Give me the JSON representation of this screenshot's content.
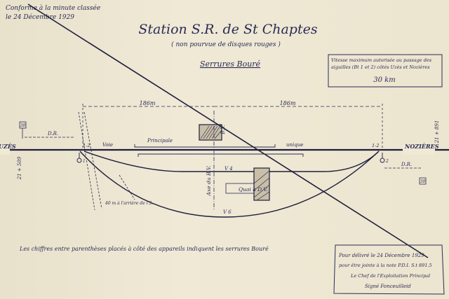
{
  "title": "Station S.R. de St Chaptes",
  "subtitle": "( non pourvue de disques rouges )",
  "heading": "Serrures Bouré",
  "top_left_note": [
    "Conforme à la minute classée",
    "le 24 Décembre 1929"
  ],
  "speed_box": {
    "text": [
      "Vitesse maximum autorisée au passage des",
      "aiguilles (Bt 1 et 2) côtés Uzès et Nozières"
    ],
    "speed": "30 km"
  },
  "dimensions": {
    "left": "186m",
    "right": "186m"
  },
  "labels": {
    "station_left": "UZÈS",
    "station_right": "NOZIÈRES",
    "km_left": "21 + 509",
    "km_right": "21 + 891",
    "box_left": "30",
    "box_right": "30",
    "dr_left": "D.R.",
    "dr_right": "D.R.",
    "voie": "Voie",
    "principale": "Principale",
    "unique": "unique",
    "bv": "B.V.",
    "axe": "Axe du B.V.",
    "v4": "V 4",
    "v6": "V 6",
    "quai": "Quai à D.V.",
    "switch_left": "1-2",
    "switch_right": "1-2",
    "signal_left": "1",
    "signal_right": "2",
    "garage": "40 m à l'arrière de l'S.",
    "footnote": "Les chiffres entre parenthèses placés à côté des appareils indiquent les serrures Bouré"
  },
  "stamp": [
    "Pour délivré le 24 Décembre 1929",
    "pour être jointe à la note P.D.I. S.t 891.5",
    "Le Chef de l'Exploitation Principal",
    "Signé Fonceuilleid"
  ]
}
